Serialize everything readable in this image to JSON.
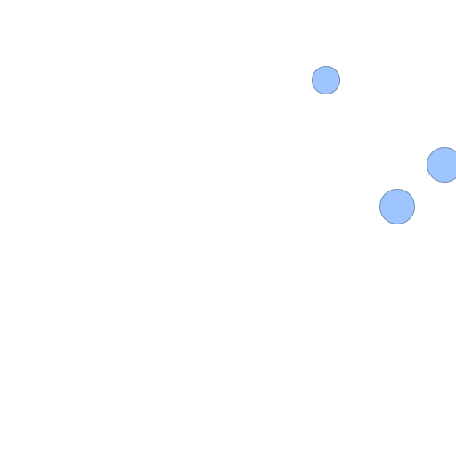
{
  "canvas": {
    "background_color": "#ffffff"
  },
  "targets": [
    {
      "shape": "circle",
      "fill": "#9ec5ff"
    },
    {
      "shape": "circle",
      "fill": "#9ec5ff"
    },
    {
      "shape": "circle",
      "fill": "#9ec5ff"
    }
  ]
}
